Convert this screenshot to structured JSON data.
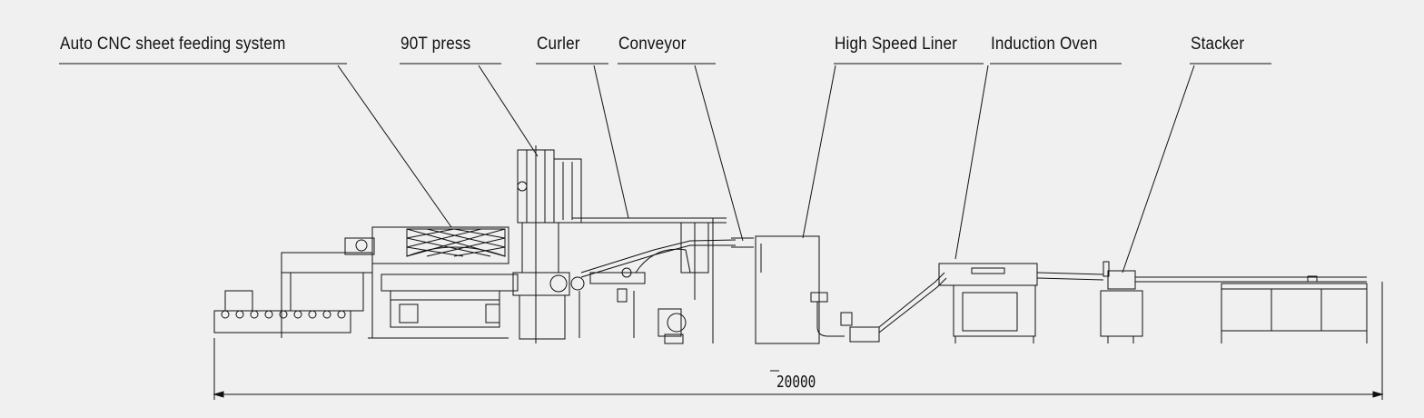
{
  "labels": {
    "feeder": "Auto CNC sheet feeding system",
    "press": "90T press",
    "curler": "Curler",
    "conveyor": "Conveyor",
    "liner": "High Speed Liner",
    "oven": "Induction Oven",
    "stacker": "Stacker"
  },
  "dimension": {
    "overall_length": "20000"
  },
  "colors": {
    "background": "#f0f0f0",
    "line": "#111111"
  }
}
